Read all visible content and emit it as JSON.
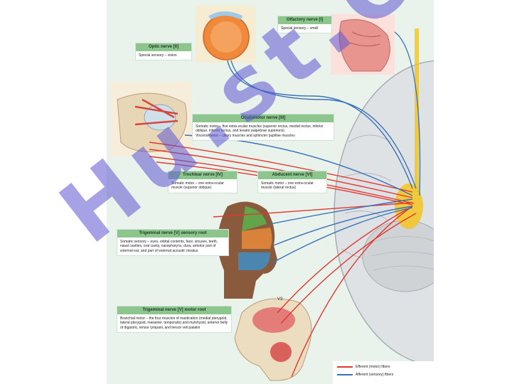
{
  "nerves": {
    "olfactory": {
      "title": "Olfactory nerve [I]",
      "desc": "Special sensory – smell"
    },
    "optic": {
      "title": "Optic nerve [II]",
      "desc": "Special sensory – vision"
    },
    "oculomotor": {
      "title": "Oculomotor nerve [III]",
      "desc": "Somatic motor – five extra-ocular muscles (superior rectus, medial rectus, inferior oblique, inferior rectus, and levator palpebrae superioris)\nVisceral motor – ciliary muscles and sphincter pupillae muscles"
    },
    "trochlear": {
      "title": "Trochlear nerve [IV]",
      "desc": "Somatic motor – one extra-ocular muscle (superior oblique)"
    },
    "abducent": {
      "title": "Abducent nerve [VI]",
      "desc": "Somatic motor – one extra-ocular muscle (lateral rectus)"
    },
    "trigeminal_sensory": {
      "title": "Trigeminal nerve [V] sensory root",
      "desc": "Somatic sensory – eyes, orbital contents, face, sinuses, teeth, nasal cavities, oral cavity, nasopharynx, dura, anterior part of external ear, and part of external acoustic meatus"
    },
    "trigeminal_motor": {
      "title": "Trigeminal nerve [V] motor root",
      "desc": "Branchial motor – the four muscles of mastication (medial pterygoid, lateral pterygoid, masseter, temporalis) and mylohyoid, anterior belly of digastric, tensor tympani, and tensor veli palatini"
    }
  },
  "label_v3": "V3",
  "legend": {
    "efferent": "Efferent (motor) fibers",
    "afferent": "Afferent (sensory) fibers"
  },
  "colors": {
    "efferent": "#e2382f",
    "afferent": "#3a72b8",
    "header": "#8cc68d",
    "nerve": "#f2c62c"
  },
  "watermark": "Hu.st.O.f"
}
